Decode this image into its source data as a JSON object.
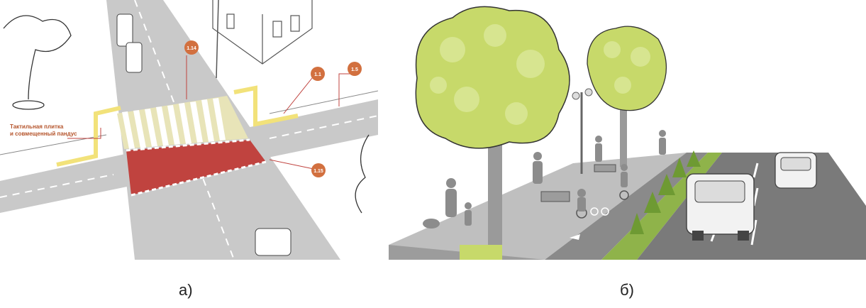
{
  "panel_a": {
    "markers": [
      {
        "id": "m114",
        "label": "1.14"
      },
      {
        "id": "m11",
        "label": "1.1"
      },
      {
        "id": "m15",
        "label": "1.5"
      },
      {
        "id": "m115",
        "label": "1.15"
      }
    ],
    "annotation": "Тактильная плитка\nи совмещенный пандус",
    "colors": {
      "road": "#c9c9c9",
      "crosswalk_red": "#c0433f",
      "tactile_yellow": "#f2e27a",
      "marker": "#d2703f"
    },
    "caption": "а)"
  },
  "panel_b": {
    "colors": {
      "tree_canopy": "#c7d96a",
      "road": "#7a7a7a",
      "bike_lane": "#8a8a8a",
      "sidewalk": "#bfbfbf",
      "median_grass": "#8fb34a"
    },
    "caption": "б)"
  }
}
